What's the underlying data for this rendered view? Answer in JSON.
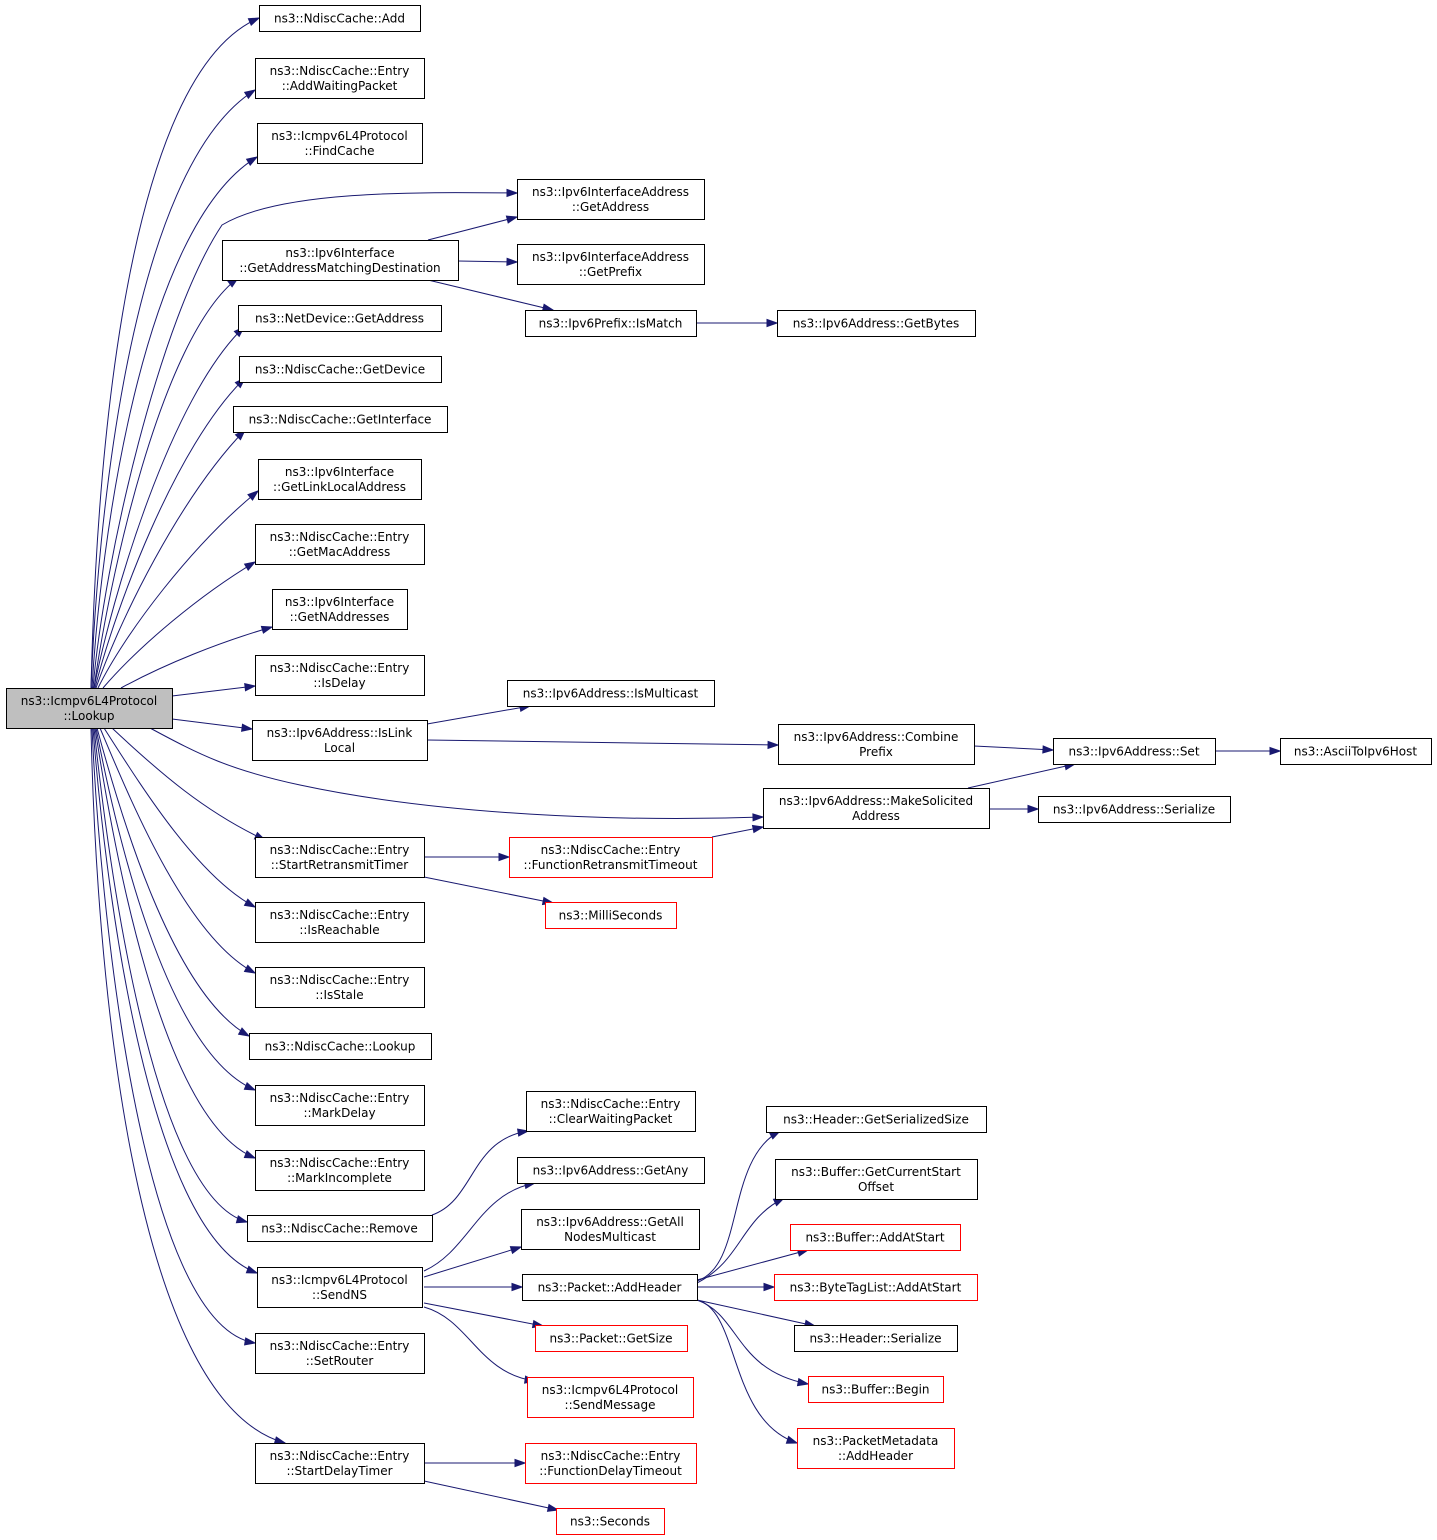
{
  "colors": {
    "edge": "#191970",
    "node_border": "#000000",
    "node_border_external": "#ff0000",
    "root_fill": "#bfbfbf",
    "background": "#ffffff"
  },
  "nodes": {
    "root": [
      "ns3::Icmpv6L4Protocol",
      "::Lookup"
    ],
    "ndisc_add": [
      "ns3::NdiscCache::Add"
    ],
    "entry_addwaiting": [
      "ns3::NdiscCache::Entry",
      "::AddWaitingPacket"
    ],
    "icmp_findcache": [
      "ns3::Icmpv6L4Protocol",
      "::FindCache"
    ],
    "ifaddr_getaddress": [
      "ns3::Ipv6InterfaceAddress",
      "::GetAddress"
    ],
    "iface_getaddrmatch": [
      "ns3::Ipv6Interface",
      "::GetAddressMatchingDestination"
    ],
    "ifaddr_getprefix": [
      "ns3::Ipv6InterfaceAddress",
      "::GetPrefix"
    ],
    "prefix_ismatch": [
      "ns3::Ipv6Prefix::IsMatch"
    ],
    "addr_getbytes": [
      "ns3::Ipv6Address::GetBytes"
    ],
    "netdev_getaddress": [
      "ns3::NetDevice::GetAddress"
    ],
    "ndisc_getdevice": [
      "ns3::NdiscCache::GetDevice"
    ],
    "ndisc_getinterface": [
      "ns3::NdiscCache::GetInterface"
    ],
    "iface_getlinklocal": [
      "ns3::Ipv6Interface",
      "::GetLinkLocalAddress"
    ],
    "entry_getmac": [
      "ns3::NdiscCache::Entry",
      "::GetMacAddress"
    ],
    "iface_getn": [
      "ns3::Ipv6Interface",
      "::GetNAddresses"
    ],
    "entry_isdelay": [
      "ns3::NdiscCache::Entry",
      "::IsDelay"
    ],
    "addr_ismulticast": [
      "ns3::Ipv6Address::IsMulticast"
    ],
    "addr_islinklocal": [
      "ns3::Ipv6Address::IsLink",
      "Local"
    ],
    "addr_combineprefix": [
      "ns3::Ipv6Address::Combine",
      "Prefix"
    ],
    "addr_set": [
      "ns3::Ipv6Address::Set"
    ],
    "ascii_to_ipv6": [
      "ns3::AsciiToIpv6Host"
    ],
    "addr_makesolicited": [
      "ns3::Ipv6Address::MakeSolicited",
      "Address"
    ],
    "addr_serialize": [
      "ns3::Ipv6Address::Serialize"
    ],
    "entry_startretransmit": [
      "ns3::NdiscCache::Entry",
      "::StartRetransmitTimer"
    ],
    "entry_funcretransmit": [
      "ns3::NdiscCache::Entry",
      "::FunctionRetransmitTimeout"
    ],
    "milliseconds": [
      "ns3::MilliSeconds"
    ],
    "entry_isreachable": [
      "ns3::NdiscCache::Entry",
      "::IsReachable"
    ],
    "entry_isstale": [
      "ns3::NdiscCache::Entry",
      "::IsStale"
    ],
    "ndisc_lookup": [
      "ns3::NdiscCache::Lookup"
    ],
    "entry_markdelay": [
      "ns3::NdiscCache::Entry",
      "::MarkDelay"
    ],
    "entry_markincomplete": [
      "ns3::NdiscCache::Entry",
      "::MarkIncomplete"
    ],
    "ndisc_remove": [
      "ns3::NdiscCache::Remove"
    ],
    "entry_clearwaiting": [
      "ns3::NdiscCache::Entry",
      "::ClearWaitingPacket"
    ],
    "addr_getany": [
      "ns3::Ipv6Address::GetAny"
    ],
    "addr_getallnodes": [
      "ns3::Ipv6Address::GetAll",
      "NodesMulticast"
    ],
    "icmp_sendns": [
      "ns3::Icmpv6L4Protocol",
      "::SendNS"
    ],
    "packet_addheader": [
      "ns3::Packet::AddHeader"
    ],
    "header_getserializedsize": [
      "ns3::Header::GetSerializedSize"
    ],
    "buffer_getcurrentstart": [
      "ns3::Buffer::GetCurrentStart",
      "Offset"
    ],
    "buffer_addatstart": [
      "ns3::Buffer::AddAtStart"
    ],
    "bytetaglist_addatstart": [
      "ns3::ByteTagList::AddAtStart"
    ],
    "header_serialize": [
      "ns3::Header::Serialize"
    ],
    "packet_getsize": [
      "ns3::Packet::GetSize"
    ],
    "buffer_begin": [
      "ns3::Buffer::Begin"
    ],
    "icmp_sendmessage": [
      "ns3::Icmpv6L4Protocol",
      "::SendMessage"
    ],
    "pktmeta_addheader": [
      "ns3::PacketMetadata",
      "::AddHeader"
    ],
    "entry_setrouter": [
      "ns3::NdiscCache::Entry",
      "::SetRouter"
    ],
    "entry_startdelay": [
      "ns3::NdiscCache::Entry",
      "::StartDelayTimer"
    ],
    "entry_funcdelay": [
      "ns3::NdiscCache::Entry",
      "::FunctionDelayTimeout"
    ],
    "seconds": [
      "ns3::Seconds"
    ]
  }
}
